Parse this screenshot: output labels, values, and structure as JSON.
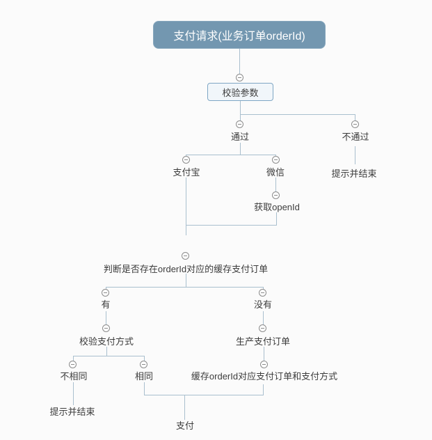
{
  "diagram": {
    "type": "flow-mindmap",
    "nodes": {
      "root": {
        "label": "支付请求(业务订单orderId)"
      },
      "validate_params": {
        "label": "校验参数"
      },
      "pass": {
        "label": "通过"
      },
      "fail": {
        "label": "不通过"
      },
      "alipay": {
        "label": "支付宝"
      },
      "wechat": {
        "label": "微信"
      },
      "fail_end": {
        "label": "提示并结束"
      },
      "get_openid": {
        "label": "获取openId"
      },
      "check_cached_order": {
        "label": "判断是否存在orderId对应的缓存支付订单"
      },
      "exists": {
        "label": "有"
      },
      "not_exists": {
        "label": "没有"
      },
      "verify_pay_method": {
        "label": "校验支付方式"
      },
      "create_pay_order": {
        "label": "生产支付订单"
      },
      "method_different": {
        "label": "不相同"
      },
      "method_same": {
        "label": "相同"
      },
      "cache_pay_order": {
        "label": "缓存orderId对应支付订单和支付方式"
      },
      "different_end": {
        "label": "提示并结束"
      },
      "pay": {
        "label": "支付"
      }
    },
    "edges": [
      [
        "root",
        "validate_params"
      ],
      [
        "validate_params",
        "pass"
      ],
      [
        "validate_params",
        "fail"
      ],
      [
        "pass",
        "alipay"
      ],
      [
        "pass",
        "wechat"
      ],
      [
        "fail",
        "fail_end"
      ],
      [
        "wechat",
        "get_openid"
      ],
      [
        "alipay",
        "check_cached_order"
      ],
      [
        "get_openid",
        "check_cached_order"
      ],
      [
        "check_cached_order",
        "exists"
      ],
      [
        "check_cached_order",
        "not_exists"
      ],
      [
        "exists",
        "verify_pay_method"
      ],
      [
        "not_exists",
        "create_pay_order"
      ],
      [
        "verify_pay_method",
        "method_different"
      ],
      [
        "verify_pay_method",
        "method_same"
      ],
      [
        "create_pay_order",
        "cache_pay_order"
      ],
      [
        "method_different",
        "different_end"
      ],
      [
        "method_same",
        "pay"
      ],
      [
        "cache_pay_order",
        "pay"
      ]
    ],
    "colors": {
      "root_bg": "#7397b0",
      "root_text": "#ffffff",
      "box_bg": "#f1f6fa",
      "box_border": "#7ea6c4",
      "line": "#a9bfce",
      "collapse_icon": "#8c8c8c",
      "text": "#3c3c3c",
      "canvas_bg": "#fbfbfb"
    }
  }
}
